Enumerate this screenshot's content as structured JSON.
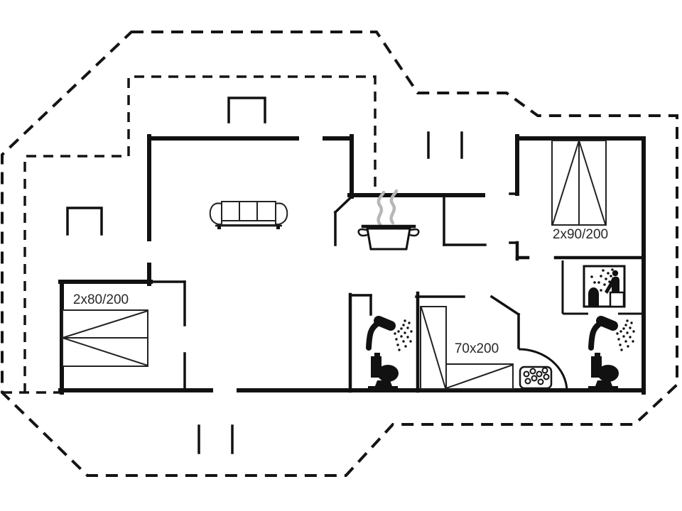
{
  "plan": {
    "type": "holiday-house floor plan",
    "labels": {
      "bed_left_double": "2x80/200",
      "bed_right_double": "2x90/200",
      "bed_single": "70x200"
    },
    "rooms_implied": [
      "living-room",
      "kitchen",
      "entrance",
      "bedroom-left",
      "bedroom-right",
      "bedroom-small",
      "bathroom-middle",
      "bathroom-right",
      "sauna"
    ],
    "icons": [
      "sofa-icon",
      "cooking-pot-icon",
      "steam-icon",
      "shower-icon",
      "toilet-icon",
      "sauna-pictogram-icon",
      "washbasin-icon",
      "door-swing-arc"
    ],
    "colors": {
      "line": "#111111",
      "text": "#282828",
      "steam": "#b7b7b7",
      "background": "#ffffff"
    }
  }
}
